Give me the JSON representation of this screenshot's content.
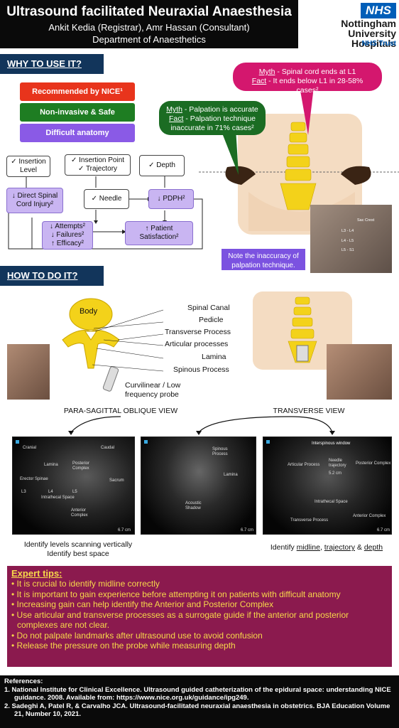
{
  "header": {
    "title": "Ultrasound facilitated Neuraxial Anaesthesia",
    "authors": "Ankit Kedia (Registrar), Amr Hassan (Consultant)",
    "department": "Department of Anaesthetics"
  },
  "logo": {
    "nhs": "NHS",
    "name_line1": "Nottingham",
    "name_line2": "University Hospitals",
    "trust": "NHS Trust"
  },
  "why": {
    "heading": "WHY TO USE IT?",
    "pills": [
      "Recommended by NICE¹",
      "Non-invasive & Safe",
      "Difficult anatomy"
    ],
    "flow": {
      "insertion_level": "✓ Insertion Level",
      "insertion_point": "✓ Insertion Point",
      "trajectory": "✓ Trajectory",
      "depth": "✓ Depth",
      "direct_injury": "↓ Direct Spinal Cord Injury²",
      "needle": "✓ Needle",
      "pdph": "↓ PDPH²",
      "attempts": "↓ Attempts²",
      "failures": "↓ Failures²",
      "efficacy": "↑ Efficacy²",
      "satisfaction": "↑ Patient Satisfaction²"
    },
    "myth1": {
      "myth_label": "Myth",
      "myth_text": " - Spinal cord ends at L1",
      "fact_label": "Fact",
      "fact_text": " - It ends below L1 in 28-58% cases²"
    },
    "myth2": {
      "myth_label": "Myth",
      "myth_text": " - Palpation is accurate",
      "fact_label": "Fact",
      "fact_text": " - Palpation technique inaccurate in 71% cases²"
    },
    "photo_labels": [
      "Sac Crest",
      "L3 - L4",
      "L4 - L5",
      "L5 - S1"
    ],
    "note": "Note the inaccuracy of palpation technique."
  },
  "how": {
    "heading": "HOW TO DO IT?",
    "vertebra_body": "Body",
    "labels": [
      "Spinal Canal",
      "Pedicle",
      "Transverse Process",
      "Articular processes",
      "Lamina",
      "Spinous Process"
    ],
    "probe_label": "Curvilinear / Low frequency probe",
    "view_para": "PARA-SAGITTAL OBLIQUE VIEW",
    "view_trans": "TRANSVERSE VIEW",
    "us1": [
      "Cranial",
      "Caudal",
      "Lamina",
      "Posterior Complex",
      "Erector Spinae",
      "Sacrum",
      "L3",
      "L4",
      "L5",
      "Intrathecal Space",
      "Anterior Complex",
      "6.7 cm"
    ],
    "us2": [
      "Spinous Process",
      "Lamina",
      "Acoustic Shadow",
      "6.7 cm"
    ],
    "us3": [
      "Interspinous window",
      "Articular Process",
      "Needle trajectory",
      "Posterior Complex",
      "5.2 cm",
      "Intrathecal Space",
      "Anterior Complex",
      "Transverse Process",
      "6.7 cm"
    ],
    "cap_left_1": "Identify levels scanning vertically",
    "cap_left_2": "Identify best space",
    "cap_right_pre": "Identify ",
    "cap_right_w1": "midline",
    "cap_right_sep1": ", ",
    "cap_right_w2": "trajectory",
    "cap_right_sep2": " & ",
    "cap_right_w3": "depth"
  },
  "tips": {
    "heading": "Expert tips:",
    "items": [
      "• It is crucial to identify midline correctly",
      "• It is important to gain experience before attempting it on patients with difficult anatomy",
      "• Increasing gain can help identify the Anterior and Posterior Complex",
      "• Use articular and transverse processes as a surrogate guide if the anterior and posterior complexes are not clear.",
      "• Do not palpate landmarks after ultrasound use to avoid confusion",
      "• Release the pressure on the probe while measuring depth"
    ]
  },
  "references": {
    "heading": "References:",
    "items": [
      "1.  National Institute for Clinical Excellence. Ultrasound guided catheterization of the epidural space: understanding NICE guidance. 2008. Available from: https://www.nice.org.uk/guidance/ipg249.",
      "2.  Sadeghi A, Patel R, & Carvalho JCA. Ultrasound-facilitated neuraxial anaesthesia in obstetrics. BJA Education Volume 21, Number 10, 2021."
    ]
  },
  "colors": {
    "nhs_blue": "#005eb8",
    "section_bar": "#12355b",
    "nice_red": "#e8341c",
    "safe_green": "#1e7d22",
    "anatomy_purple": "#8a5ae6",
    "myth_pink": "#d4176e",
    "myth_green": "#1b6c23",
    "tips_bg": "#8b1a4e",
    "tips_text": "#f7d84a",
    "spine_yellow": "#f3d21a",
    "skin": "#f4dcc2"
  }
}
